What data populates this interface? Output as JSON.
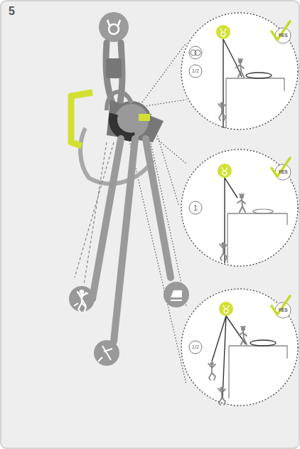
{
  "diagram": {
    "labels": [
      "5",
      "YES",
      "1/2",
      "YES",
      "1",
      "YES",
      "1/2"
    ]
  }
}
